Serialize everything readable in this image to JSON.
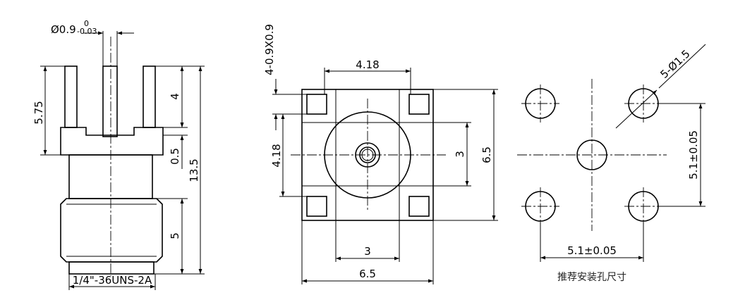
{
  "side_view": {
    "pin_diameter": "Ø0.9",
    "pin_tol_upper": "0",
    "pin_tol_lower": "-0.03",
    "pin_length": "5.75",
    "pin_height": "4",
    "flange": "0.5",
    "total_height": "13.5",
    "thread_length": "5",
    "thread_spec": "1/4\"-36UNS-2A"
  },
  "front_view": {
    "pad_spec": "4-0.9X0.9",
    "pad_spacing_h": "4.18",
    "pad_spacing_v": "4.18",
    "body_width": "6.5",
    "body_height": "6.5",
    "bore_h": "3",
    "bore_v": "3"
  },
  "footprint": {
    "hole_spec": "5-Ø1.5",
    "spacing_v": "5.1±0.05",
    "spacing_h": "5.1±0.05",
    "caption": "推荐安装孔尺寸"
  }
}
